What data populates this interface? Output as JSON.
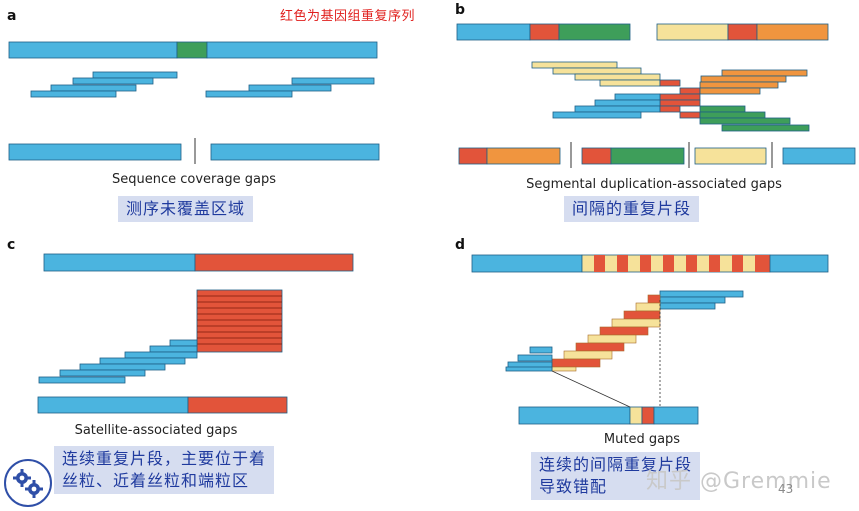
{
  "header": {
    "note": "红色为基因组重复序列"
  },
  "colors": {
    "blue": "#4bb4df",
    "red": "#e2543a",
    "green": "#3e9e5a",
    "yellow": "#f6e29a",
    "orange": "#f0953f",
    "edge": "#1f5f86"
  },
  "panels": {
    "a": {
      "letter": "a",
      "caption": "Sequence coverage gaps",
      "note_zh": "测序未覆盖区域"
    },
    "b": {
      "letter": "b",
      "caption": "Segmental duplication-associated gaps",
      "note_zh": "间隔的重复片段"
    },
    "c": {
      "letter": "c",
      "caption": "Satellite-associated gaps",
      "note_zh_line1": "连续重复片段，主要位于着",
      "note_zh_line2": "丝粒、近着丝粒和端粒区"
    },
    "d": {
      "letter": "d",
      "caption": "Muted gaps",
      "note_zh_line1": "连续的间隔重复片段",
      "note_zh_line2": "导致错配"
    }
  },
  "watermark": "知乎 @Gremmie",
  "page_number": "43",
  "logo": {
    "name": "gear-logo-icon"
  }
}
